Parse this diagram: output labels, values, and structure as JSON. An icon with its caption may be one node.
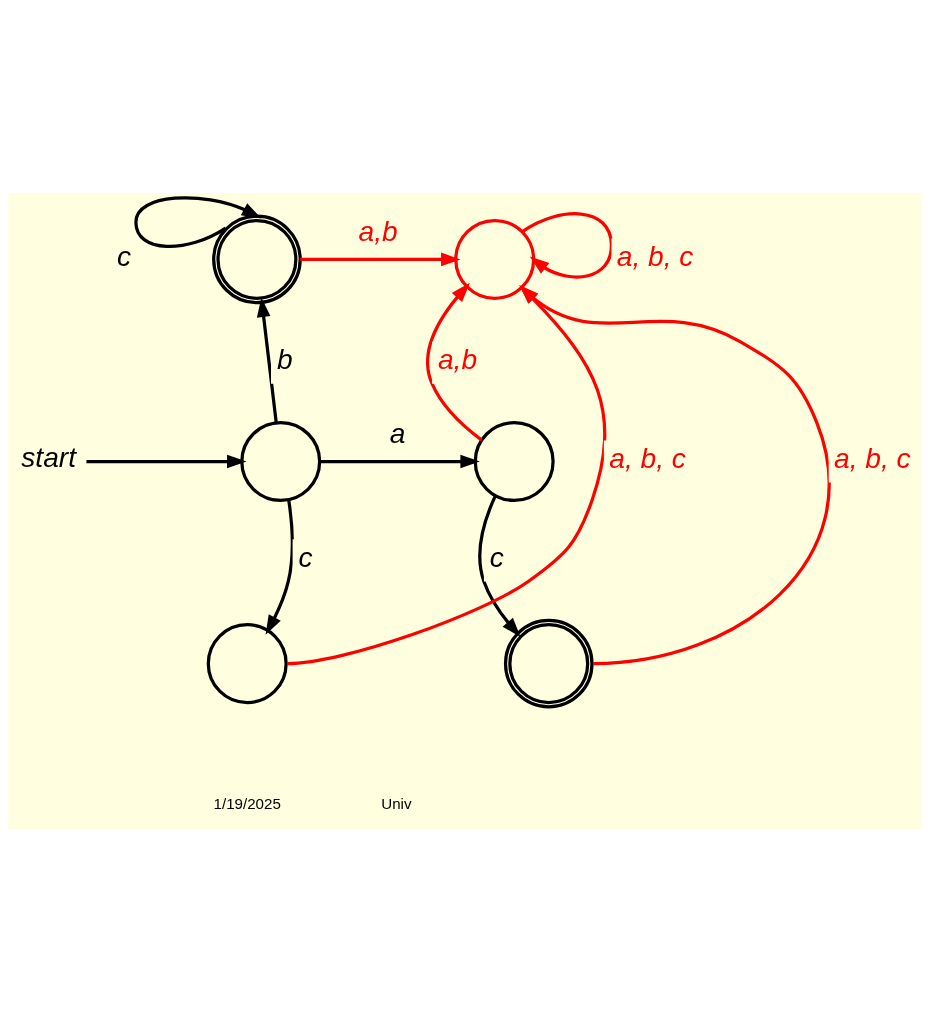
{
  "diagram": {
    "nodes": [
      {
        "text": [],
        "shape": "doublecircle"
      },
      {
        "text": [],
        "shape": "circle"
      },
      {
        "text": [
          "start"
        ]
      },
      {
        "text": [],
        "shape": "circle"
      },
      {
        "text": [],
        "shape": "circle"
      },
      {
        "text": [],
        "shape": "circle"
      },
      {
        "text": [],
        "shape": "doublecircle"
      }
    ],
    "edges": [
      {
        "from": 0,
        "to": 0,
        "arrow": "to",
        "label": "c"
      },
      {
        "from": 1,
        "to": 1,
        "arrow": "to",
        "label": "a, b, c",
        "color": "#ff0000"
      },
      {
        "from": 0,
        "to": 1,
        "arrow": "to",
        "label": "a,b",
        "color": "#ff0000"
      },
      {
        "from": 3,
        "to": 0,
        "arrow": "to",
        "label": "b"
      },
      {
        "from": 2,
        "to": 3,
        "arrow": "to"
      },
      {
        "from": 3,
        "to": 4,
        "arrow": "to",
        "label": "a"
      },
      {
        "from": 4,
        "to": 1,
        "arrow": "to",
        "label": "a,b",
        "color": "#ff0000"
      },
      {
        "from": 6,
        "to": 1,
        "arrow": "to",
        "label": "a, b, c",
        "color": "#ff0000"
      },
      {
        "from": 3,
        "to": 5,
        "arrow": "to",
        "label": "c"
      },
      {
        "from": 4,
        "to": 6,
        "arrow": "to",
        "label": "c"
      },
      {
        "from": 5,
        "to": 1,
        "arrow": "to",
        "label": "a, b, c",
        "color": "#ff0000"
      }
    ],
    "labels": [
      "1/19/2025",
      "Univ"
    ]
  }
}
